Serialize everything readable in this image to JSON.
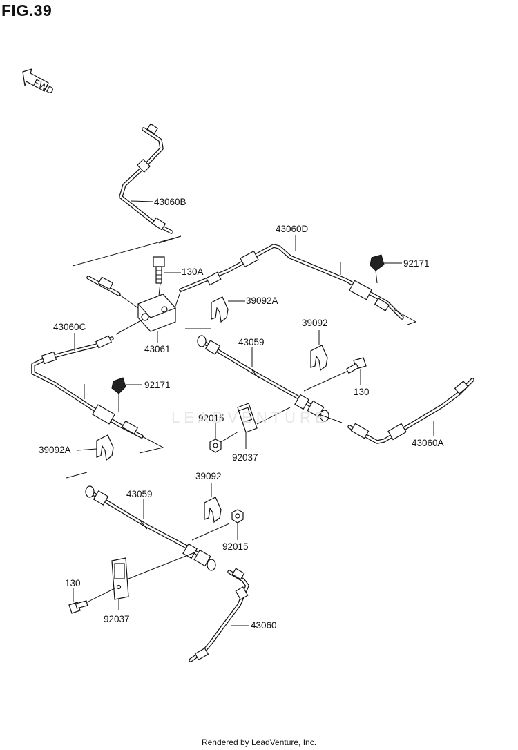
{
  "figure": {
    "title": "FIG.39",
    "fwd_label": "FWD"
  },
  "watermark": "LEADVENTURE",
  "footer": "Rendered by LeadVenture, Inc.",
  "parts": {
    "p_43060B": "43060B",
    "p_130A": "130A",
    "p_43060D": "43060D",
    "p_92171_top": "92171",
    "p_39092A_top": "39092A",
    "p_43060C": "43060C",
    "p_43061": "43061",
    "p_43059_top": "43059",
    "p_39092_top": "39092",
    "p_130_right": "130",
    "p_92171_left": "92171",
    "p_92015_mid": "92015",
    "p_43060A": "43060A",
    "p_39092A_left": "39092A",
    "p_92037_mid": "92037",
    "p_39092_bottom": "39092",
    "p_43059_bottom": "43059",
    "p_92015_bottom": "92015",
    "p_130_left": "130",
    "p_92037_bottom": "92037",
    "p_43060": "43060"
  }
}
